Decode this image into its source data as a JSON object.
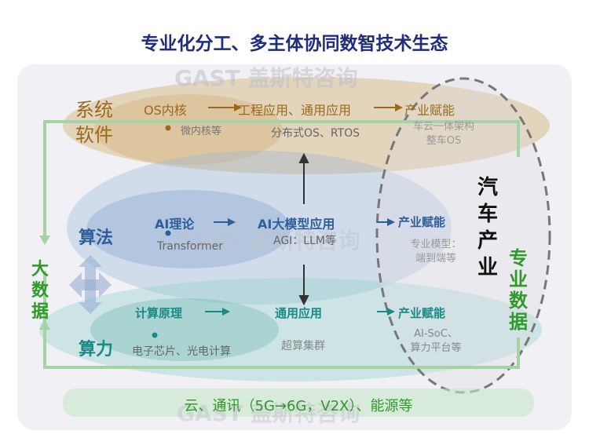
{
  "title": "专业化分工、多主体协同数智技术生态",
  "watermark": "GAST 盖斯特咨询",
  "layers": {
    "software": {
      "label": "系统\n软件",
      "label1": "系统",
      "label2": "软件",
      "step1": "OS内核",
      "step1_sub": "微内核等",
      "step2": "工程应用、通用应用",
      "step2_sub": "分布式OS、RTOS",
      "step3": "产业赋能",
      "step3_sub1": "车云一体架构",
      "step3_sub2": "整车OS"
    },
    "algorithm": {
      "label": "算法",
      "step1": "AI理论",
      "step1_sub": "Transformer",
      "step2": "AI大模型应用",
      "step2_sub": "AGI：LLM等",
      "step3": "产业赋能",
      "step3_sub1": "专业模型：",
      "step3_sub2": "端到端等"
    },
    "compute": {
      "label": "算力",
      "step1": "计算原理",
      "step1_sub": "电子芯片、光电计算",
      "step2": "通用应用",
      "step2_sub": "超算集群",
      "step3": "产业赋能",
      "step3_sub1": "AI-SoC、",
      "step3_sub2": "算力平台等"
    }
  },
  "big_data": "大数据",
  "auto_industry": "汽车产业",
  "pro_data": "专业数据",
  "infrastructure": "云、通讯（5G→6G，V2X）、能源等",
  "colors": {
    "title": "#1f2d7b",
    "software": "#9a6a1a",
    "algorithm": "#2e5f9a",
    "compute": "#1a8a86",
    "green": "#2e9a2a"
  }
}
